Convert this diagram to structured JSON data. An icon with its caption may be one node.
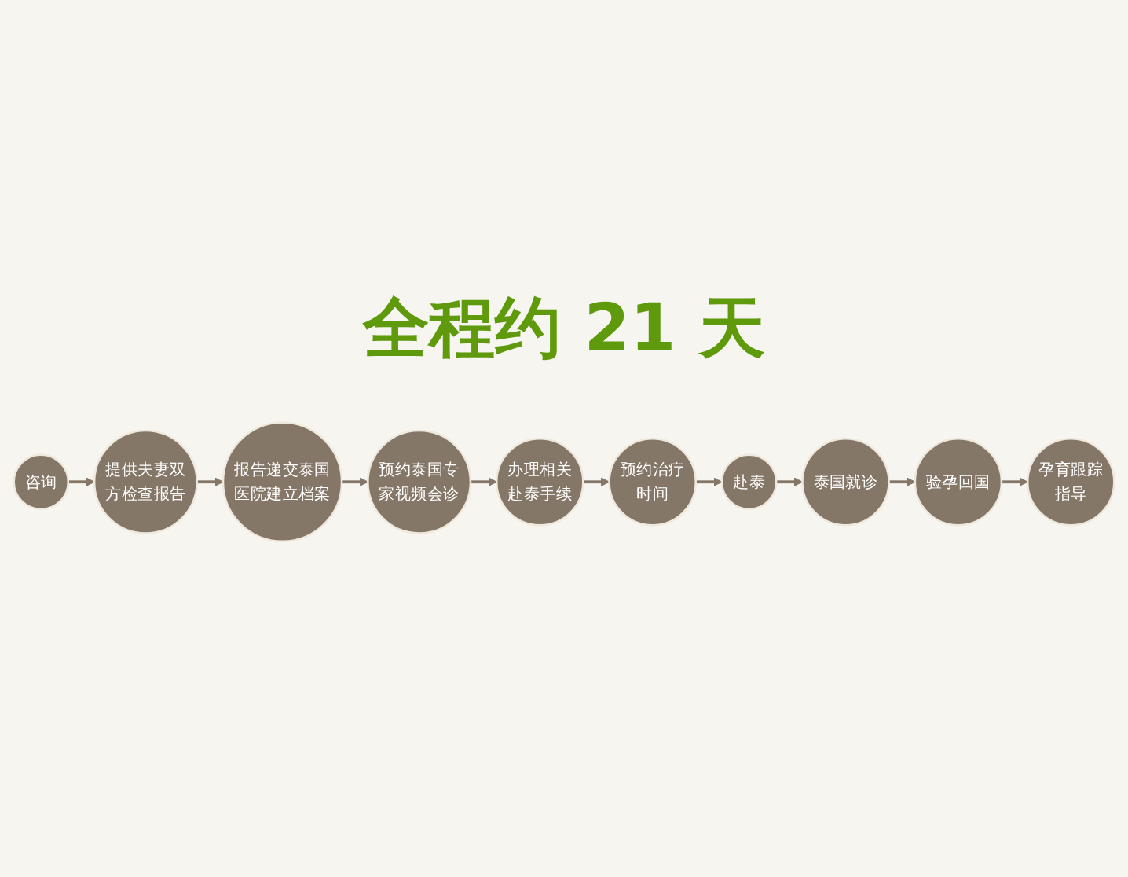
{
  "diagram": {
    "title": "全程约 21 天",
    "nodes": [
      {
        "text": [
          "咨询"
        ]
      },
      {
        "text": [
          "提供夫妻双方检查报告"
        ]
      },
      {
        "text": [
          "报告递交泰国医院建立档案"
        ]
      },
      {
        "text": [
          "预约泰国专家视频会诊"
        ]
      },
      {
        "text": [
          "办理相关赴泰手续"
        ]
      },
      {
        "text": [
          "预约治疗时间"
        ]
      },
      {
        "text": [
          "赴泰"
        ]
      },
      {
        "text": [
          "泰国就诊"
        ]
      },
      {
        "text": [
          "验孕回国"
        ]
      },
      {
        "text": [
          "孕育跟踪指导"
        ]
      }
    ],
    "edges": [
      {
        "from": 0,
        "to": 1,
        "arrow": "to"
      },
      {
        "from": 1,
        "to": 2,
        "arrow": "to"
      },
      {
        "from": 2,
        "to": 3,
        "arrow": "to"
      },
      {
        "from": 3,
        "to": 4,
        "arrow": "to"
      },
      {
        "from": 4,
        "to": 5,
        "arrow": "to"
      },
      {
        "from": 5,
        "to": 6,
        "arrow": "to"
      },
      {
        "from": 6,
        "to": 7,
        "arrow": "to"
      },
      {
        "from": 7,
        "to": 8,
        "arrow": "to"
      },
      {
        "from": 8,
        "to": 9,
        "arrow": "to"
      }
    ]
  }
}
